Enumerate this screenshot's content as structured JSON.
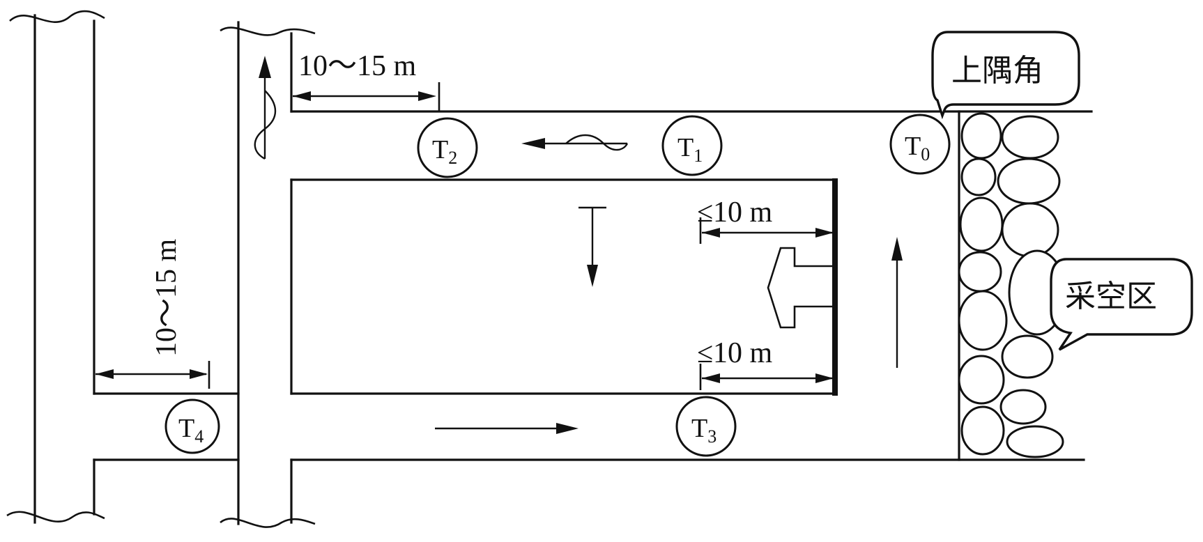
{
  "measurements": {
    "top_offset": "10～15 m",
    "left_offset": "10～15 m",
    "upper_limit": "≤10 m",
    "lower_limit": "≤10 m"
  },
  "points": [
    {
      "base": "T",
      "sub": "0"
    },
    {
      "base": "T",
      "sub": "1"
    },
    {
      "base": "T",
      "sub": "2"
    },
    {
      "base": "T",
      "sub": "3"
    },
    {
      "base": "T",
      "sub": "4"
    }
  ],
  "callouts": {
    "upper_corner": "上隅角",
    "goaf": "采空区"
  }
}
